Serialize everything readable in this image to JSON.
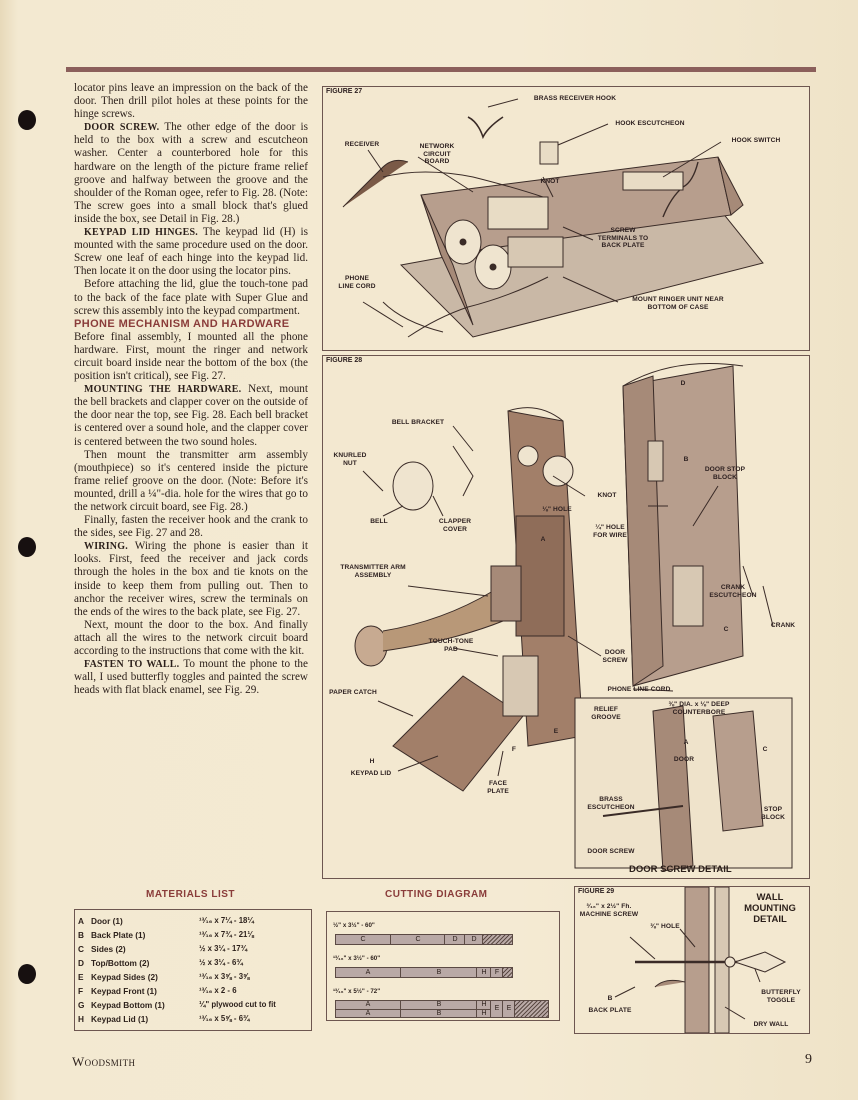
{
  "body_text": {
    "p1": "locator pins leave an impression on the back of the door. Then drill pilot holes at these points for the hinge screws.",
    "p2_head": "DOOR SCREW.",
    "p2": " The other edge of the door is held to the box with a screw and escutcheon washer. Center a counterbored hole for this hardware on the length of the picture frame relief groove and halfway between the groove and the shoulder of the Roman ogee, refer to Fig. 28. (Note: The screw goes into a small block that's glued inside the box, see Detail in Fig. 28.)",
    "p3_head": "KEYPAD LID HINGES.",
    "p3": " The keypad lid (H) is mounted with the same procedure used on the door. Screw one leaf of each hinge into the keypad lid. Then locate it on the door using the locator pins.",
    "p4": "Before attaching the lid, glue the touch-tone pad to the back of the face plate with Super Glue and screw this assembly into the keypad compartment.",
    "section_heading": "PHONE MECHANISM AND HARDWARE",
    "p5": "Before final assembly, I mounted all the phone hardware. First, mount the ringer and network circuit board inside near the bottom of the box (the position isn't critical), see Fig. 27.",
    "p6_head": "MOUNTING THE HARDWARE.",
    "p6": " Next, mount the bell brackets and clapper cover on the outside of the door near the top, see Fig. 28. Each bell bracket is centered over a sound hole, and the clapper cover is centered between the two sound holes.",
    "p7": "Then mount the transmitter arm assembly (mouthpiece) so it's centered inside the picture frame relief groove on the door. (Note: Before it's mounted, drill a ¼\"-dia. hole for the wires that go to the network circuit board, see Fig. 28.)",
    "p8": "Finally, fasten the receiver hook and the crank to the sides, see Fig. 27 and 28.",
    "p9_head": "WIRING.",
    "p9": " Wiring the phone is easier than it looks. First, feed the receiver and jack cords through the holes in the box and tie knots on the inside to keep them from pulling out. Then to anchor the receiver wires, screw the terminals on the ends of the wires to the back plate, see Fig. 27.",
    "p10": "Next, mount the door to the box. And finally attach all the wires to the network circuit board according to the instructions that come with the kit.",
    "p11_head": "FASTEN TO WALL.",
    "p11": " To mount the phone to the wall, I used butterfly toggles and painted the screw heads with flat black enamel, see Fig. 29."
  },
  "fig27": {
    "title": "FIGURE 27",
    "labels": {
      "brass_hook": "BRASS RECEIVER HOOK",
      "hook_esc": "HOOK ESCUTCHEON",
      "hook_switch": "HOOK SWITCH",
      "receiver": "RECEIVER",
      "network": "NETWORK CIRCUIT BOARD",
      "knot": "KNOT",
      "screw_terms": "SCREW TERMINALS TO BACK PLATE",
      "phone_cord": "PHONE LINE CORD",
      "ringer": "MOUNT RINGER UNIT NEAR BOTTOM OF CASE"
    }
  },
  "fig28": {
    "title": "FIGURE 28",
    "labels": {
      "bell_bracket": "BELL BRACKET",
      "knurled": "KNURLED NUT",
      "bell": "BELL",
      "clapper": "CLAPPER COVER",
      "half_hole": "⅛\" HOLE",
      "knot": "KNOT",
      "quarter_hole": "¼\" HOLE FOR WIRE",
      "door_stop": "DOOR STOP BLOCK",
      "transmitter": "TRANSMITTER ARM ASSEMBLY",
      "crank_esc": "CRANK ESCUTCHEON",
      "crank": "CRANK",
      "touchtone": "TOUCH-TONE PAD",
      "door_screw": "DOOR SCREW",
      "paper_catch": "PAPER CATCH",
      "phone_cord": "PHONE LINE CORD",
      "keypad_lid": "KEYPAD LID",
      "face_plate": "FACE PLATE",
      "part_a": "A",
      "part_c": "C",
      "part_b": "B",
      "part_d": "D",
      "part_e": "E",
      "part_f": "F",
      "part_h": "H"
    },
    "detail": {
      "title": "DOOR SCREW DETAIL",
      "relief": "RELIEF GROOVE",
      "counterbore": "⅜\" DIA. x ⅛\" DEEP COUNTERBORE",
      "door": "DOOR",
      "brass": "BRASS ESCUTCHEON",
      "stop": "STOP BLOCK",
      "screw": "DOOR SCREW",
      "part_a": "A",
      "part_c": "C"
    }
  },
  "fig29": {
    "title": "FIGURE 29",
    "machine_screw": "³⁄₁₆\" x 2½\" Fh. MACHINE SCREW",
    "hole": "⅜\" HOLE",
    "back_plate": "BACK PLATE",
    "part_b": "B",
    "wall_title": "WALL MOUNTING DETAIL",
    "butterfly": "BUTTERFLY TOGGLE",
    "dry_wall": "DRY WALL"
  },
  "materials": {
    "title": "MATERIALS LIST",
    "rows": [
      {
        "key": "A",
        "name": "Door (1)",
        "dim": "¹³⁄₁₆ x 7¼ - 18¼"
      },
      {
        "key": "B",
        "name": "Back Plate (1)",
        "dim": "¹³⁄₁₆ x 7¾ - 21⅛"
      },
      {
        "key": "C",
        "name": "Sides (2)",
        "dim": "½ x 3¼ - 17¾"
      },
      {
        "key": "D",
        "name": "Top/Bottom (2)",
        "dim": "½ x 3¼ - 6¾"
      },
      {
        "key": "E",
        "name": "Keypad Sides (2)",
        "dim": "¹³⁄₁₆ x 3⅝ - 3⅝"
      },
      {
        "key": "F",
        "name": "Keypad Front (1)",
        "dim": "¹³⁄₁₆ x 2 - 6"
      },
      {
        "key": "G",
        "name": "Keypad Bottom (1)",
        "dim": "¼\" plywood cut to fit"
      },
      {
        "key": "H",
        "name": "Keypad Lid (1)",
        "dim": "¹³⁄₁₆ x 5⅝ - 6¾"
      }
    ]
  },
  "cutting": {
    "title": "CUTTING DIAGRAM",
    "board1": "½\" x 3½\" - 60\"",
    "board2": "¹³⁄₁₆\" x 3½\" - 60\"",
    "board3": "¹³⁄₁₆\" x 5½\" - 72\"",
    "b1": [
      "C",
      "C",
      "D",
      "D"
    ],
    "b2": [
      "A",
      "B",
      "H",
      "F"
    ],
    "b3top": [
      "A",
      "B",
      "H",
      "E",
      "E"
    ],
    "b3bot": [
      "A",
      "B",
      "H"
    ]
  },
  "footer": {
    "magazine": "Woodsmith",
    "page": "9"
  }
}
